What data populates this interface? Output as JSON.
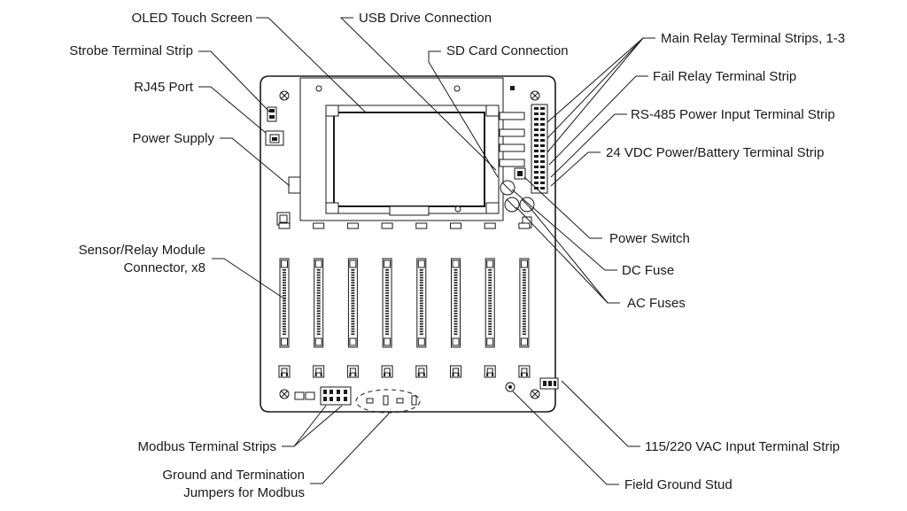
{
  "labels": {
    "oled_touch_screen": "OLED Touch Screen",
    "usb_drive_connection": "USB Drive Connection",
    "sd_card_connection": "SD Card Connection",
    "strobe_terminal_strip": "Strobe Terminal Strip",
    "rj45_port": "RJ45 Port",
    "power_supply": "Power Supply",
    "sensor_relay_module_connector_line1": "Sensor/Relay Module",
    "sensor_relay_module_connector_line2": "Connector, x8",
    "main_relay_terminal_strips": "Main Relay Terminal Strips, 1-3",
    "fail_relay_terminal_strip": "Fail Relay Terminal Strip",
    "rs485_power_input_terminal_strip": "RS-485 Power Input Terminal Strip",
    "vdc_power_battery_terminal_strip": "24 VDC Power/Battery Terminal Strip",
    "power_switch": "Power Switch",
    "dc_fuse": "DC Fuse",
    "ac_fuses": "AC Fuses",
    "modbus_terminal_strips": "Modbus Terminal Strips",
    "ground_termination_jumpers_line1": "Ground and Termination",
    "ground_termination_jumpers_line2": "Jumpers for Modbus",
    "vac_input_terminal_strip": "115/220 VAC Input Terminal Strip",
    "field_ground_stud": "Field Ground Stud"
  },
  "board": {
    "module_connector_count": 8
  }
}
